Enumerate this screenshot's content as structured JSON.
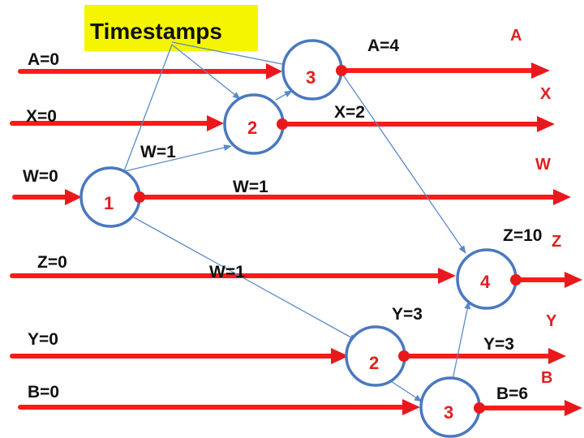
{
  "title_box": {
    "label": "Timestamps",
    "fill": "#f5f500"
  },
  "colors": {
    "line": "#ff1a1a",
    "node_stroke": "#4a78c0",
    "link": "#5b8ac9",
    "text": "#111111",
    "variable": "#e02020"
  },
  "vars": {
    "A": "A",
    "X": "X",
    "W": "W",
    "Z": "Z",
    "Y": "Y",
    "B": "B"
  },
  "initial": {
    "A": "A=0",
    "X": "X=0",
    "W": "W=0",
    "Z": "Z=0",
    "Y": "Y=0",
    "B": "B=0"
  },
  "nodes": {
    "n3_top": "3",
    "n2_mid": "2",
    "n1": "1",
    "n4": "4",
    "n2_low": "2",
    "n3_low": "3"
  },
  "labels": {
    "a4": "A=4",
    "x2": "X=2",
    "w1_a": "W=1",
    "w1_b": "W=1",
    "w1_c": "W=1",
    "z10": "Z=10",
    "y3_a": "Y=3",
    "y3_b": "Y=3",
    "b6": "B=6"
  }
}
